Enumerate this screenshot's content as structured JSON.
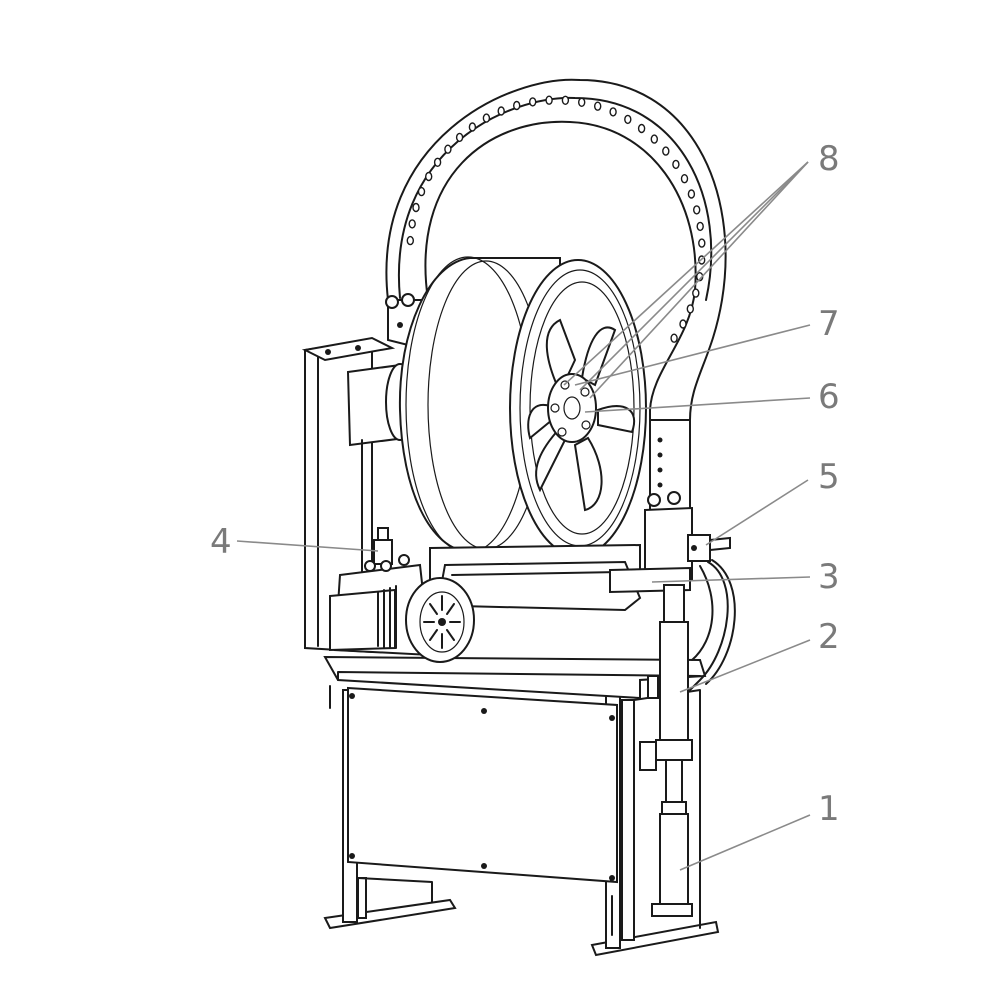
{
  "callouts": [
    {
      "id": "1",
      "label": "1"
    },
    {
      "id": "2",
      "label": "2"
    },
    {
      "id": "3",
      "label": "3"
    },
    {
      "id": "4",
      "label": "4"
    },
    {
      "id": "5",
      "label": "5"
    },
    {
      "id": "6",
      "label": "6"
    },
    {
      "id": "7",
      "label": "7"
    },
    {
      "id": "8",
      "label": "8"
    }
  ],
  "colors": {
    "line": "#1a1a1a",
    "leader": "#8a8a8a",
    "callout_text": "#7a7a7a",
    "background": "#ffffff"
  }
}
